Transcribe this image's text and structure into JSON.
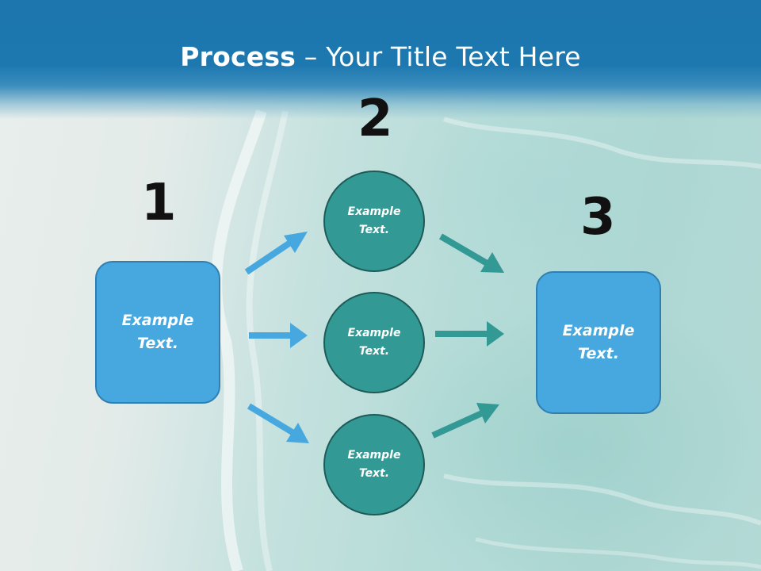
{
  "slide": {
    "title_bold": "Process",
    "title_rest": " – Your Title Text Here"
  },
  "steps": {
    "step1_number": "1",
    "step2_number": "2",
    "step3_number": "3"
  },
  "left_box": {
    "text": "Example\nText."
  },
  "right_box": {
    "text": "Example\nText."
  },
  "circles": [
    {
      "text": "Example\nText."
    },
    {
      "text": "Example\nText."
    },
    {
      "text": "Example\nText."
    }
  ],
  "colors": {
    "banner": "#1d76ae",
    "box_fill": "#47a8e0",
    "circle_fill": "#339994",
    "arrow_blue": "#47a8e0",
    "arrow_teal": "#339994"
  }
}
